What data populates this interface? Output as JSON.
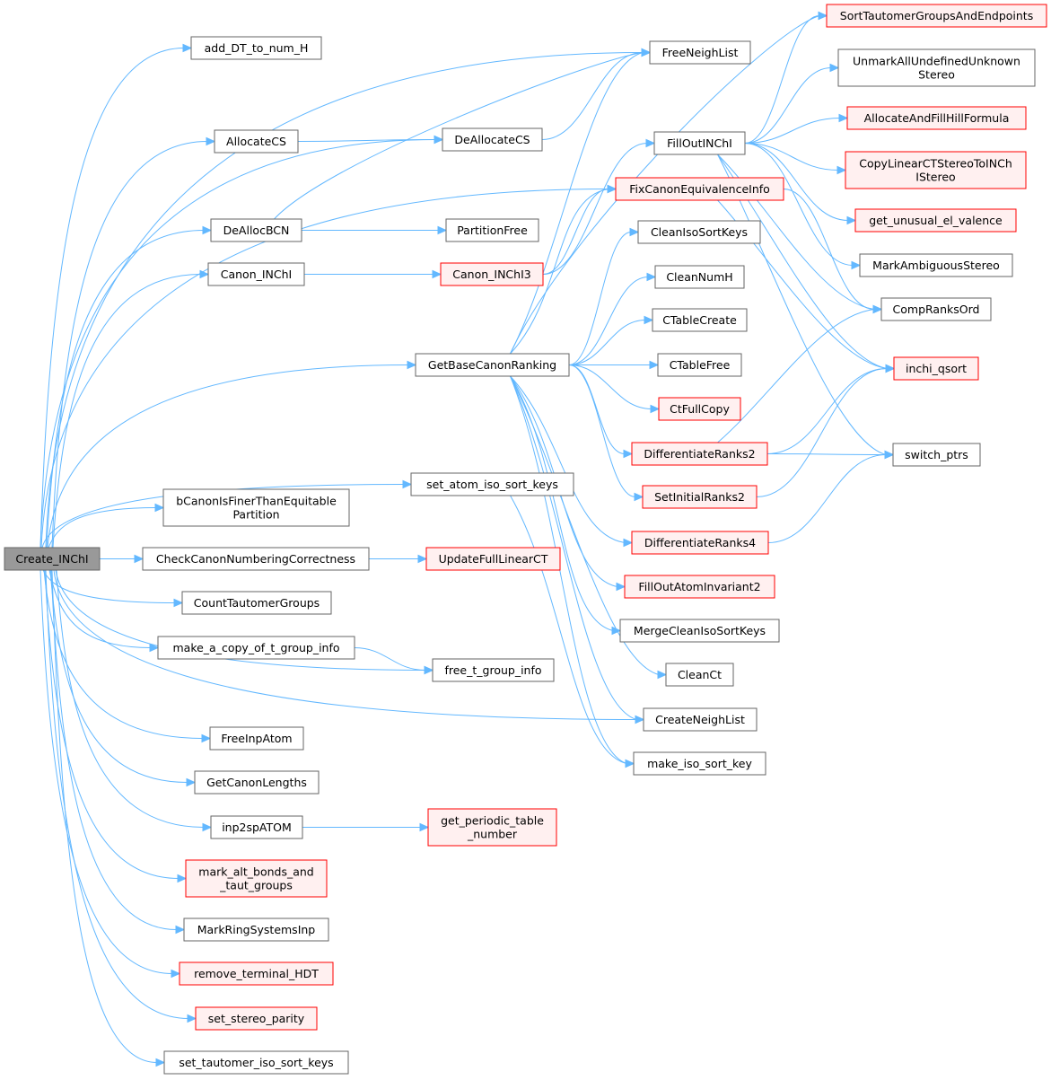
{
  "colors": {
    "normal_fill": "#ffffff",
    "normal_border": "#666666",
    "incomplete_fill": "#fff0f0",
    "incomplete_border": "#ff0000",
    "root_fill": "#999999",
    "root_border": "#666666",
    "edge": "#63b8ff",
    "text": "#000000"
  },
  "nodes": [
    {
      "id": "create_inchi",
      "lines": [
        "Create_INChI"
      ],
      "style": "root"
    },
    {
      "id": "add_dt_to_num_h",
      "lines": [
        "add_DT_to_num_H"
      ],
      "style": "normal"
    },
    {
      "id": "allocatecs",
      "lines": [
        "AllocateCS"
      ],
      "style": "normal"
    },
    {
      "id": "deallocbcn",
      "lines": [
        "DeAllocBCN"
      ],
      "style": "normal"
    },
    {
      "id": "canon_inchi",
      "lines": [
        "Canon_INChI"
      ],
      "style": "normal"
    },
    {
      "id": "getbasecanonranking",
      "lines": [
        "GetBaseCanonRanking"
      ],
      "style": "normal"
    },
    {
      "id": "set_atom_iso_sort_keys",
      "lines": [
        "set_atom_iso_sort_keys"
      ],
      "style": "normal"
    },
    {
      "id": "bcanonisfiner",
      "lines": [
        "bCanonIsFinerThanEquitable",
        "Partition"
      ],
      "style": "normal"
    },
    {
      "id": "checkcanonnumbering",
      "lines": [
        "CheckCanonNumberingCorrectness"
      ],
      "style": "normal"
    },
    {
      "id": "counttautomergroups",
      "lines": [
        "CountTautomerGroups"
      ],
      "style": "normal"
    },
    {
      "id": "make_a_copy_of_t_group_info",
      "lines": [
        "make_a_copy_of_t_group_info"
      ],
      "style": "normal"
    },
    {
      "id": "free_t_group_info",
      "lines": [
        "free_t_group_info"
      ],
      "style": "normal"
    },
    {
      "id": "freeinpatom",
      "lines": [
        "FreeInpAtom"
      ],
      "style": "normal"
    },
    {
      "id": "getcanonlengths",
      "lines": [
        "GetCanonLengths"
      ],
      "style": "normal"
    },
    {
      "id": "inp2spatom",
      "lines": [
        "inp2spATOM"
      ],
      "style": "normal"
    },
    {
      "id": "get_periodic_table_number",
      "lines": [
        "get_periodic_table",
        "_number"
      ],
      "style": "incomplete"
    },
    {
      "id": "mark_alt_bonds",
      "lines": [
        "mark_alt_bonds_and",
        "_taut_groups"
      ],
      "style": "incomplete"
    },
    {
      "id": "markringsystemsinp",
      "lines": [
        "MarkRingSystemsInp"
      ],
      "style": "normal"
    },
    {
      "id": "remove_terminal_hdt",
      "lines": [
        "remove_terminal_HDT"
      ],
      "style": "incomplete"
    },
    {
      "id": "set_stereo_parity",
      "lines": [
        "set_stereo_parity"
      ],
      "style": "incomplete"
    },
    {
      "id": "set_tautomer_iso_sort_keys",
      "lines": [
        "set_tautomer_iso_sort_keys"
      ],
      "style": "normal"
    },
    {
      "id": "freeneighlist",
      "lines": [
        "FreeNeighList"
      ],
      "style": "normal"
    },
    {
      "id": "deallocatecs",
      "lines": [
        "DeAllocateCS"
      ],
      "style": "normal"
    },
    {
      "id": "partitionfree",
      "lines": [
        "PartitionFree"
      ],
      "style": "normal"
    },
    {
      "id": "canon_inchi3",
      "lines": [
        "Canon_INChI3"
      ],
      "style": "incomplete"
    },
    {
      "id": "updatefulllinearct",
      "lines": [
        "UpdateFullLinearCT"
      ],
      "style": "incomplete"
    },
    {
      "id": "filloutinchi",
      "lines": [
        "FillOutINChI"
      ],
      "style": "normal"
    },
    {
      "id": "fixcanonequivalenceinfo",
      "lines": [
        "FixCanonEquivalenceInfo"
      ],
      "style": "incomplete"
    },
    {
      "id": "cleanisosortkeys",
      "lines": [
        "CleanIsoSortKeys"
      ],
      "style": "normal"
    },
    {
      "id": "cleannumh",
      "lines": [
        "CleanNumH"
      ],
      "style": "normal"
    },
    {
      "id": "ctablecreate",
      "lines": [
        "CTableCreate"
      ],
      "style": "normal"
    },
    {
      "id": "ctablefree",
      "lines": [
        "CTableFree"
      ],
      "style": "normal"
    },
    {
      "id": "ctfullcopy",
      "lines": [
        "CtFullCopy"
      ],
      "style": "incomplete"
    },
    {
      "id": "differentiateranks2",
      "lines": [
        "DifferentiateRanks2"
      ],
      "style": "incomplete"
    },
    {
      "id": "setinitialranks2",
      "lines": [
        "SetInitialRanks2"
      ],
      "style": "incomplete"
    },
    {
      "id": "differentiateranks4",
      "lines": [
        "DifferentiateRanks4"
      ],
      "style": "incomplete"
    },
    {
      "id": "filloutatominvariant2",
      "lines": [
        "FillOutAtomInvariant2"
      ],
      "style": "incomplete"
    },
    {
      "id": "mergecleanisosortkeys",
      "lines": [
        "MergeCleanIsoSortKeys"
      ],
      "style": "normal"
    },
    {
      "id": "cleanct",
      "lines": [
        "CleanCt"
      ],
      "style": "normal"
    },
    {
      "id": "createneighlist",
      "lines": [
        "CreateNeighList"
      ],
      "style": "normal"
    },
    {
      "id": "make_iso_sort_key",
      "lines": [
        "make_iso_sort_key"
      ],
      "style": "normal"
    },
    {
      "id": "sorttautomergroups",
      "lines": [
        "SortTautomerGroupsAndEndpoints"
      ],
      "style": "incomplete"
    },
    {
      "id": "unmarkallundefined",
      "lines": [
        "UnmarkAllUndefinedUnknown",
        "Stereo"
      ],
      "style": "normal"
    },
    {
      "id": "allocateandfillhill",
      "lines": [
        "AllocateAndFillHillFormula"
      ],
      "style": "incomplete"
    },
    {
      "id": "copylinearctstereo",
      "lines": [
        "CopyLinearCTStereoToINCh",
        "IStereo"
      ],
      "style": "incomplete"
    },
    {
      "id": "get_unusual_el_valence",
      "lines": [
        "get_unusual_el_valence"
      ],
      "style": "incomplete"
    },
    {
      "id": "markambiguousstereo",
      "lines": [
        "MarkAmbiguousStereo"
      ],
      "style": "normal"
    },
    {
      "id": "compranksord",
      "lines": [
        "CompRanksOrd"
      ],
      "style": "normal"
    },
    {
      "id": "inchi_qsort",
      "lines": [
        "inchi_qsort"
      ],
      "style": "incomplete"
    },
    {
      "id": "switch_ptrs",
      "lines": [
        "switch_ptrs"
      ],
      "style": "normal"
    }
  ],
  "edges": [
    [
      "create_inchi",
      "add_dt_to_num_h"
    ],
    [
      "create_inchi",
      "freeneighlist"
    ],
    [
      "create_inchi",
      "allocatecs"
    ],
    [
      "create_inchi",
      "deallocatecs"
    ],
    [
      "create_inchi",
      "deallocbcn"
    ],
    [
      "create_inchi",
      "canon_inchi"
    ],
    [
      "create_inchi",
      "fixcanonequivalenceinfo"
    ],
    [
      "create_inchi",
      "getbasecanonranking"
    ],
    [
      "create_inchi",
      "createneighlist"
    ],
    [
      "create_inchi",
      "set_atom_iso_sort_keys"
    ],
    [
      "create_inchi",
      "bcanonisfiner"
    ],
    [
      "create_inchi",
      "checkcanonnumbering"
    ],
    [
      "create_inchi",
      "counttautomergroups"
    ],
    [
      "create_inchi",
      "make_a_copy_of_t_group_info"
    ],
    [
      "create_inchi",
      "free_t_group_info"
    ],
    [
      "create_inchi",
      "freeinpatom"
    ],
    [
      "create_inchi",
      "getcanonlengths"
    ],
    [
      "create_inchi",
      "inp2spatom"
    ],
    [
      "create_inchi",
      "mark_alt_bonds"
    ],
    [
      "create_inchi",
      "markringsystemsinp"
    ],
    [
      "create_inchi",
      "remove_terminal_hdt"
    ],
    [
      "create_inchi",
      "set_stereo_parity"
    ],
    [
      "create_inchi",
      "set_tautomer_iso_sort_keys"
    ],
    [
      "allocatecs",
      "deallocatecs"
    ],
    [
      "deallocatecs",
      "freeneighlist"
    ],
    [
      "deallocbcn",
      "freeneighlist"
    ],
    [
      "deallocbcn",
      "partitionfree"
    ],
    [
      "canon_inchi",
      "canon_inchi3"
    ],
    [
      "canon_inchi3",
      "filloutinchi"
    ],
    [
      "canon_inchi3",
      "fixcanonequivalenceinfo"
    ],
    [
      "getbasecanonranking",
      "freeneighlist"
    ],
    [
      "getbasecanonranking",
      "sorttautomergroups"
    ],
    [
      "getbasecanonranking",
      "fixcanonequivalenceinfo"
    ],
    [
      "getbasecanonranking",
      "cleanisosortkeys"
    ],
    [
      "getbasecanonranking",
      "cleannumh"
    ],
    [
      "getbasecanonranking",
      "ctablecreate"
    ],
    [
      "getbasecanonranking",
      "ctablefree"
    ],
    [
      "getbasecanonranking",
      "ctfullcopy"
    ],
    [
      "getbasecanonranking",
      "differentiateranks2"
    ],
    [
      "getbasecanonranking",
      "setinitialranks2"
    ],
    [
      "getbasecanonranking",
      "differentiateranks4"
    ],
    [
      "getbasecanonranking",
      "filloutatominvariant2"
    ],
    [
      "getbasecanonranking",
      "mergecleanisosortkeys"
    ],
    [
      "getbasecanonranking",
      "cleanct"
    ],
    [
      "getbasecanonranking",
      "createneighlist"
    ],
    [
      "getbasecanonranking",
      "make_iso_sort_key"
    ],
    [
      "set_atom_iso_sort_keys",
      "make_iso_sort_key"
    ],
    [
      "checkcanonnumbering",
      "updatefulllinearct"
    ],
    [
      "make_a_copy_of_t_group_info",
      "free_t_group_info"
    ],
    [
      "inp2spatom",
      "get_periodic_table_number"
    ],
    [
      "filloutinchi",
      "sorttautomergroups"
    ],
    [
      "filloutinchi",
      "unmarkallundefined"
    ],
    [
      "filloutinchi",
      "allocateandfillhill"
    ],
    [
      "filloutinchi",
      "copylinearctstereo"
    ],
    [
      "filloutinchi",
      "get_unusual_el_valence"
    ],
    [
      "filloutinchi",
      "markambiguousstereo"
    ],
    [
      "filloutinchi",
      "compranksord"
    ],
    [
      "filloutinchi",
      "inchi_qsort"
    ],
    [
      "filloutinchi",
      "switch_ptrs"
    ],
    [
      "fixcanonequivalenceinfo",
      "compranksord"
    ],
    [
      "fixcanonequivalenceinfo",
      "inchi_qsort"
    ],
    [
      "differentiateranks2",
      "compranksord"
    ],
    [
      "differentiateranks2",
      "inchi_qsort"
    ],
    [
      "differentiateranks2",
      "switch_ptrs"
    ],
    [
      "setinitialranks2",
      "inchi_qsort"
    ],
    [
      "differentiateranks4",
      "switch_ptrs"
    ]
  ]
}
